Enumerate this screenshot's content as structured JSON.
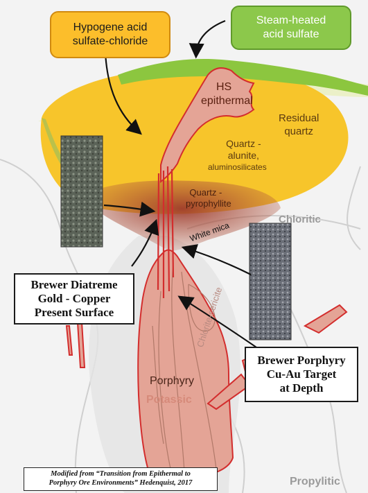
{
  "callouts": {
    "hypogene": {
      "line1": "Hypogene acid",
      "line2": "sulfate-chloride",
      "fill": "#fcbe2b",
      "border": "#d08a10"
    },
    "steam": {
      "line1": "Steam-heated",
      "line2": "acid sulfate",
      "fill": "#8cc84b",
      "border": "#5f9a2a"
    }
  },
  "zones": {
    "hs_1": "HS",
    "hs_2": "epithermal",
    "residual_1": "Residual",
    "residual_2": "quartz",
    "qa_1": "Quartz -",
    "qa_2": "alunite,",
    "qa_3": "aluminosilicates",
    "qp_1": "Quartz -",
    "qp_2": "pyrophyllite",
    "chloritic": "Chloritic",
    "white_mica": "White mica",
    "chlorite_sericite": "Chlorite-sericite",
    "porphyry": "Porphyry",
    "potassic": "Potassic",
    "propylitic": "Propylitic"
  },
  "boxes": {
    "diatreme": {
      "line1": "Brewer Diatreme",
      "line2": "Gold - Copper",
      "line3": "Present Surface"
    },
    "target": {
      "line1": "Brewer Porphyry",
      "line2": "Cu-Au Target",
      "line3": "at Depth"
    }
  },
  "credit": {
    "line1": "Modified from “Transition from Epithermal to",
    "line2": "Porphyry Ore Environments” Hedenquist, 2017"
  },
  "colors": {
    "yellow_zone": "#f7c52b",
    "green_cap": "#8cc63f",
    "intrusion": "#e4a496",
    "intrusion_edge": "#d32d2d",
    "pyrophyllite": "#9e3b2c"
  },
  "icons": [
    "arrow-icon",
    "core-photo-icon"
  ]
}
